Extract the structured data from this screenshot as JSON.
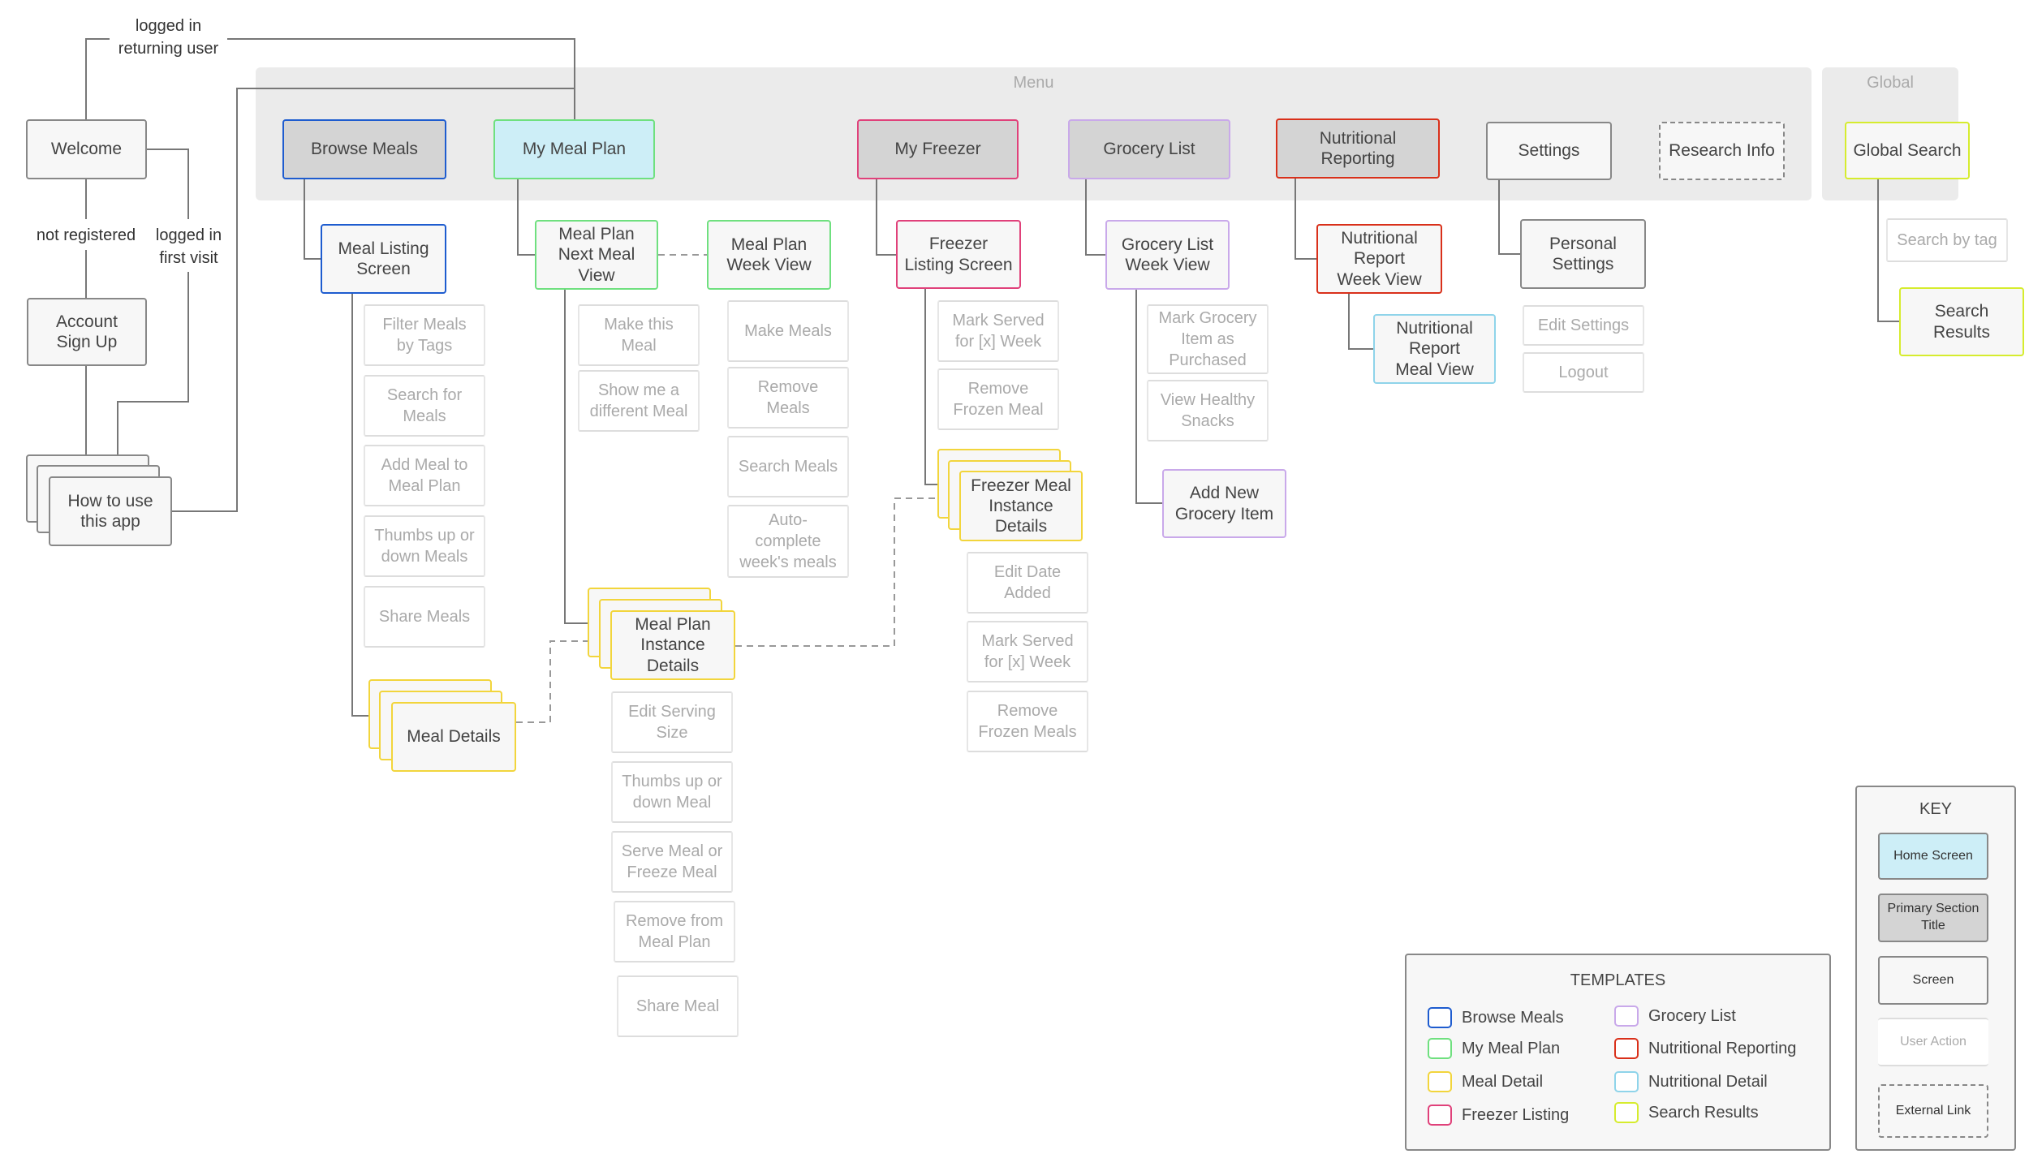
{
  "bands": {
    "menu": "Menu",
    "global": "Global"
  },
  "labels": {
    "logged_in_returning": "logged in\nreturning user",
    "not_registered": "not registered",
    "logged_in_first": "logged in\nfirst visit"
  },
  "colors": {
    "browse_meals": "#1e5ccf",
    "my_meal_plan": "#6fe07f",
    "meal_detail": "#f2d53c",
    "freezer_listing": "#e0417a",
    "grocery_list": "#c9a9ea",
    "nutritional_reporting": "#d9301a",
    "nutritional_detail": "#8fd4ea",
    "search_results": "#d6ec2e",
    "neutral": "#888888",
    "home_fill": "#cdeef7",
    "section_fill": "#d4d4d4"
  },
  "nodes": {
    "welcome": "Welcome",
    "account_signup": "Account\nSign Up",
    "how_to_use": "How to use\nthis app",
    "browse_meals": "Browse Meals",
    "my_meal_plan": "My Meal Plan",
    "my_freezer": "My Freezer",
    "grocery_list": "Grocery List",
    "nutritional_reporting": "Nutritional\nReporting",
    "settings": "Settings",
    "research_info": "Research Info",
    "global_search": "Global Search",
    "meal_listing_screen": "Meal Listing\nScreen",
    "meal_plan_next_meal_view": "Meal Plan\nNext Meal\nView",
    "meal_plan_week_view": "Meal Plan\nWeek View",
    "freezer_listing_screen": "Freezer\nListing Screen",
    "grocery_list_week_view": "Grocery List\nWeek View",
    "nutritional_report_week_view": "Nutritional\nReport\nWeek View",
    "nutritional_report_meal_view": "Nutritional\nReport\nMeal View",
    "personal_settings": "Personal\nSettings",
    "search_results": "Search Results",
    "meal_details": "Meal Details",
    "meal_plan_instance_details": "Meal Plan\nInstance\nDetails",
    "freezer_meal_instance_details": "Freezer Meal\nInstance\nDetails",
    "add_new_grocery_item": "Add New\nGrocery Item"
  },
  "actions": {
    "filter_meals_by_tags": "Filter Meals\nby Tags",
    "search_for_meals": "Search for\nMeals",
    "add_meal_to_meal_plan": "Add Meal to\nMeal Plan",
    "thumbs_up_down_meals": "Thumbs up or\ndown Meals",
    "share_meals": "Share Meals",
    "make_this_meal": "Make this\nMeal",
    "show_me_different_meal": "Show me a\ndifferent Meal",
    "make_meals": "Make Meals",
    "remove_meals": "Remove\nMeals",
    "search_meals": "Search Meals",
    "auto_complete_weeks_meals": "Auto-\ncomplete\nweek's meals",
    "mark_served_x_week": "Mark Served\nfor [x] Week",
    "remove_frozen_meal": "Remove\nFrozen Meal",
    "mark_grocery_purchased": "Mark Grocery\nItem as\nPurchased",
    "view_healthy_snacks": "View Healthy\nSnacks",
    "edit_settings": "Edit Settings",
    "logout": "Logout",
    "search_by_tag": "Search by tag",
    "edit_serving_size": "Edit Serving\nSize",
    "thumbs_up_down_meal": "Thumbs up or\ndown Meal",
    "serve_or_freeze_meal": "Serve Meal or\nFreeze Meal",
    "remove_from_meal_plan": "Remove from\nMeal Plan",
    "share_meal": "Share Meal",
    "edit_date_added": "Edit Date\nAdded",
    "mark_served_x_week_2": "Mark Served\nfor [x] Week",
    "remove_frozen_meals": "Remove\nFrozen Meals"
  },
  "templates": {
    "title": "TEMPLATES",
    "items": [
      {
        "label": "Browse Meals",
        "color": "#1e5ccf"
      },
      {
        "label": "My Meal Plan",
        "color": "#6fe07f"
      },
      {
        "label": "Meal Detail",
        "color": "#f2d53c"
      },
      {
        "label": "Freezer Listing",
        "color": "#e0417a"
      },
      {
        "label": "Grocery List",
        "color": "#c9a9ea"
      },
      {
        "label": "Nutritional Reporting",
        "color": "#d9301a"
      },
      {
        "label": "Nutritional Detail",
        "color": "#8fd4ea"
      },
      {
        "label": "Search Results",
        "color": "#d6ec2e"
      }
    ]
  },
  "key": {
    "title": "KEY",
    "home_screen": "Home Screen",
    "primary_section_title": "Primary Section\nTitle",
    "screen": "Screen",
    "user_action": "User Action",
    "external_link": "External Link"
  }
}
